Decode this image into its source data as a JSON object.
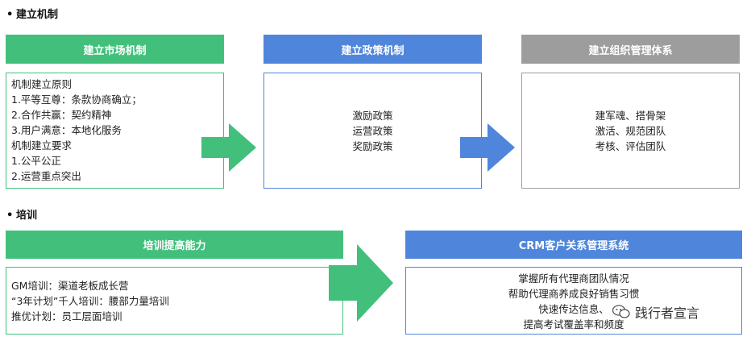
{
  "section1": {
    "title": "建立机制",
    "columns": [
      {
        "header": "建立市场机制",
        "lines": [
          "机制建立原则",
          "1.平等互尊：条款协商确立；",
          "2.合作共赢：契约精神",
          "3.用户满意：本地化服务",
          "机制建立要求",
          "1.公平公正",
          "2.运营重点突出"
        ]
      },
      {
        "header": "建立政策机制",
        "lines": [
          "激励政策",
          "运营政策",
          "奖励政策"
        ]
      },
      {
        "header": "建立组织管理体系",
        "lines": [
          "建军魂、搭骨架",
          "激活、规范团队",
          "考核、评估团队"
        ]
      }
    ]
  },
  "section2": {
    "title": "培训",
    "left": {
      "header": "培训提高能力",
      "lines": [
        "GM培训：渠道老板成长营",
        "“3年计划”千人培训：腰部力量培训",
        "推优计划：员工层面培训"
      ]
    },
    "right": {
      "header": "CRM客户关系管理系统",
      "lines": [
        "掌握所有代理商团队情况",
        "帮助代理商养成良好销售习惯",
        "快速传达信息、",
        "提高考试覆盖率和频度"
      ]
    }
  },
  "watermark": "践行者宣言",
  "colors": {
    "green": "#42c07b",
    "blue": "#4f86db",
    "gray": "#9d9d9d"
  }
}
